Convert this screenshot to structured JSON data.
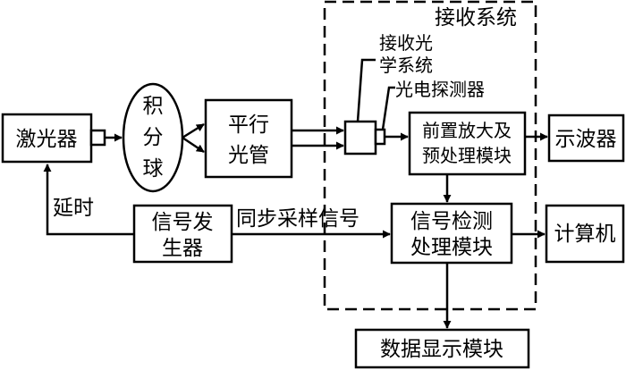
{
  "receive_system": {
    "title": "接收系统"
  },
  "laser": {
    "label": "激光器"
  },
  "sphere": {
    "line1": "积",
    "line2": "分",
    "line3": "球"
  },
  "collimator": {
    "line1": "平行",
    "line2": "光管"
  },
  "optics": {
    "line1": "接收光",
    "line2": "学系统"
  },
  "detector": {
    "label": "光电探测器"
  },
  "preamp": {
    "line1": "前置放大及",
    "line2": "预处理模块"
  },
  "oscilloscope": {
    "label": "示波器"
  },
  "signal_gen": {
    "line1": "信号发",
    "line2": "生器"
  },
  "sync_label": "同步采样信号",
  "delay_label": "延时",
  "detection": {
    "line1": "信号检测",
    "line2": "处理模块"
  },
  "computer": {
    "label": "计算机"
  },
  "display": {
    "label": "数据显示模块"
  }
}
